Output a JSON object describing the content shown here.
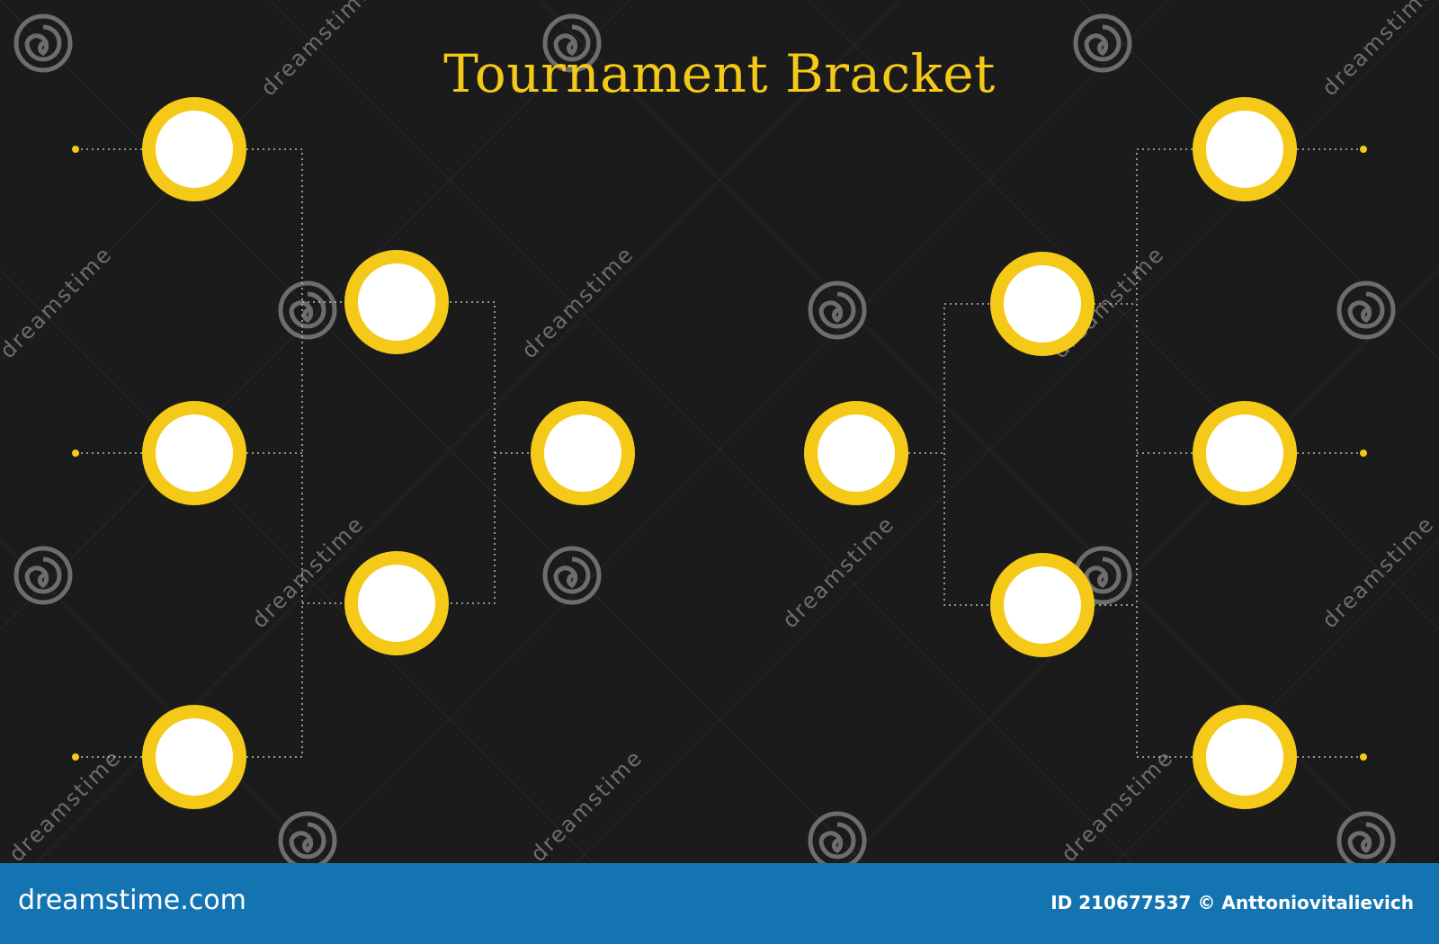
{
  "title": "Tournament Bracket",
  "watermark_text": "dreamstime",
  "footer": {
    "logo": "dreamstime.com",
    "credit": "ID 210677537 © Anttoniovitalievich"
  },
  "colors": {
    "background": "#1b1b1b",
    "accent": "#f5c918",
    "slot_fill": "#ffffff",
    "connector": "#bdbdbd",
    "footer_bar": "#1474b2",
    "watermark": "#6d6d6d"
  },
  "bracket": {
    "left": {
      "round_1_slots": 3,
      "round_2_slots": 2,
      "semifinal_slots": 1
    },
    "right": {
      "round_1_slots": 3,
      "round_2_slots": 2,
      "semifinal_slots": 1
    }
  }
}
